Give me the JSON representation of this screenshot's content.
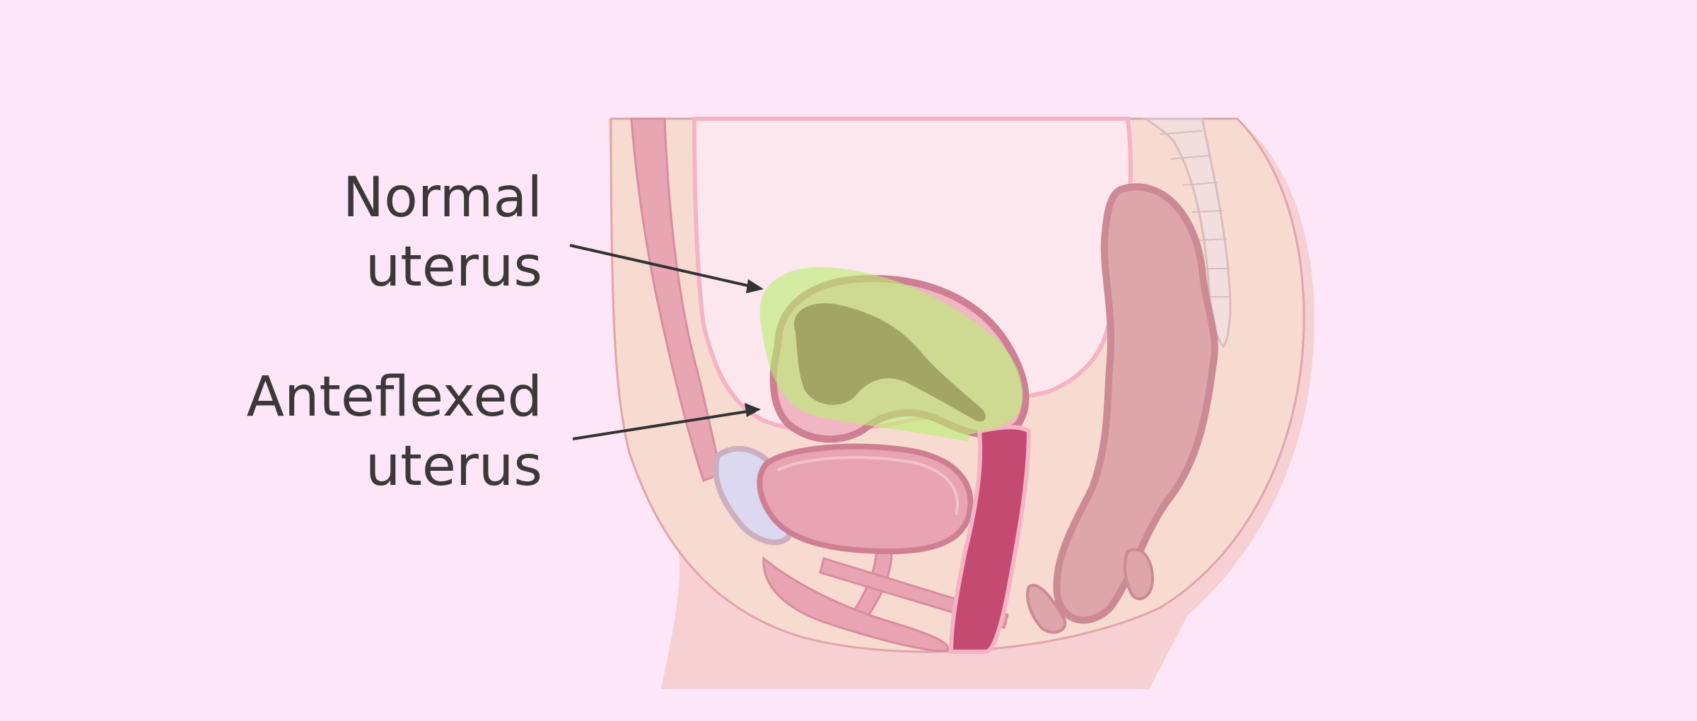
{
  "labels": {
    "normal_uterus": {
      "line1": "Normal",
      "line2": "uterus"
    },
    "anteflexed_uterus": {
      "line1": "Anteflexed",
      "line2": "uterus"
    }
  },
  "colors": {
    "background": "#fde6f8",
    "skin": "#f6d0d2",
    "tissue": "#f7dbd0",
    "abdominal_cavity": "#fde7ee",
    "organ_pink": "#e8a4b2",
    "organ_outline": "#cf7f93",
    "vagina": "#c44a72",
    "normal_uterus_overlay": "#b8f070",
    "text": "#3a3838",
    "arrow": "#333333"
  }
}
